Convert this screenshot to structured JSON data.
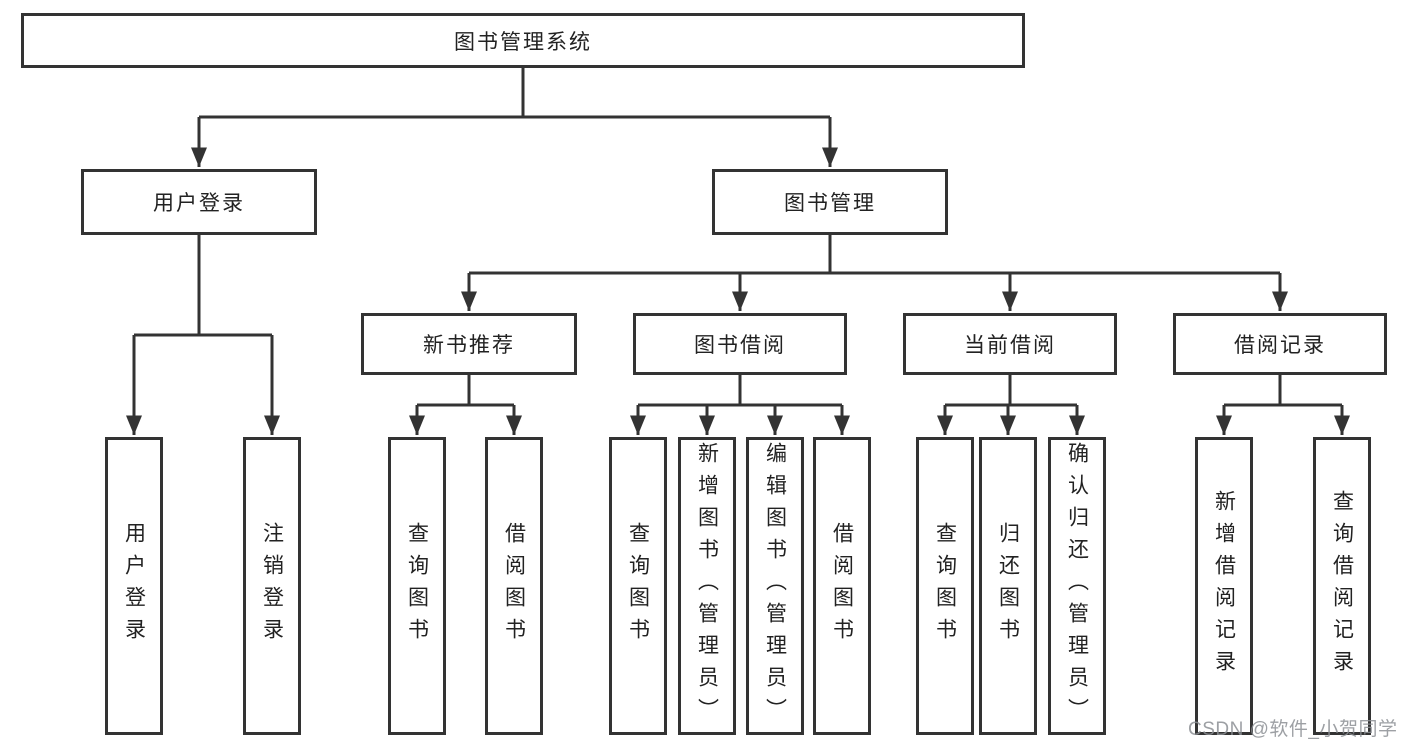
{
  "nodes": {
    "root": "图书管理系统",
    "user_login": "用户登录",
    "book_mgmt": "图书管理",
    "new_books": "新书推荐",
    "book_borrow": "图书借阅",
    "current_borrow": "当前借阅",
    "borrow_records": "借阅记录",
    "leaf_user_login": "用户登录",
    "leaf_logout": "注销登录",
    "leaf_nb_query": "查询图书",
    "leaf_nb_borrow": "借阅图书",
    "leaf_bb_query": "查询图书",
    "leaf_bb_add": "新增图书（管理员）",
    "leaf_bb_edit": "编辑图书（管理员）",
    "leaf_bb_borrow": "借阅图书",
    "leaf_cb_query": "查询图书",
    "leaf_cb_return": "归还图书",
    "leaf_cb_confirm": "确认归还（管理员）",
    "leaf_br_add": "新增借阅记录",
    "leaf_br_query": "查询借阅记录"
  },
  "hierarchy": {
    "root": [
      "user_login",
      "book_mgmt"
    ],
    "user_login": [
      "leaf_user_login",
      "leaf_logout"
    ],
    "book_mgmt": [
      "new_books",
      "book_borrow",
      "current_borrow",
      "borrow_records"
    ],
    "new_books": [
      "leaf_nb_query",
      "leaf_nb_borrow"
    ],
    "book_borrow": [
      "leaf_bb_query",
      "leaf_bb_add",
      "leaf_bb_edit",
      "leaf_bb_borrow"
    ],
    "current_borrow": [
      "leaf_cb_query",
      "leaf_cb_return",
      "leaf_cb_confirm"
    ],
    "borrow_records": [
      "leaf_br_add",
      "leaf_br_query"
    ]
  },
  "watermark": "CSDN @软件_小贺同学",
  "colors": {
    "line": "#333333",
    "text": "#222222",
    "background": "#ffffff",
    "watermark": "#8c8f94"
  }
}
